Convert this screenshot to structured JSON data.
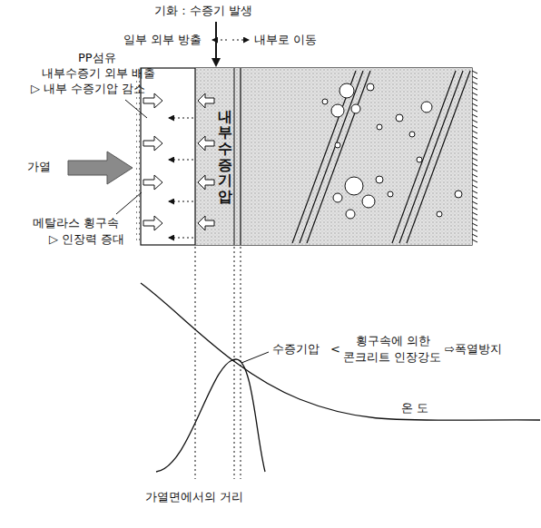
{
  "diagram": {
    "nodes": [
      {
        "text": [
          "내부수증기압"
        ]
      }
    ],
    "labels": [
      "기화 : 수증기 발생",
      "일부 외부 방출",
      "내부로 이동",
      "PP섬유",
      "내부수증기 외부 배출",
      "▷ 내부 수증기압 감소",
      "가열",
      "메탈라스 횡구속",
      "▷ 인장력 증대",
      "수증기압",
      "<",
      "횡구속에 의한",
      "콘크리트 인장강도",
      "⇨폭열방지",
      "온 도",
      "가열면에서의 거리"
    ]
  }
}
